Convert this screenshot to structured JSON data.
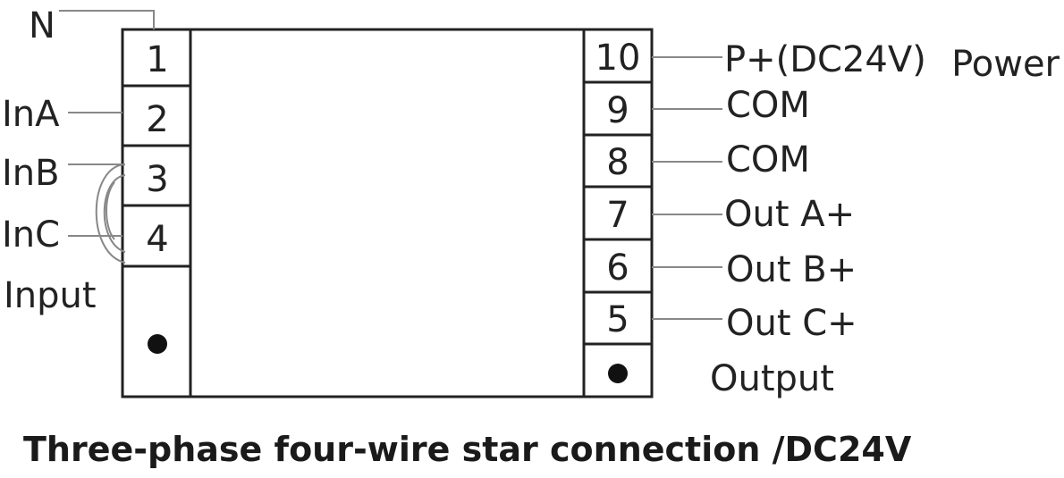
{
  "caption": "Three-phase four-wire star connection /DC24V",
  "left_terminals": [
    {
      "number": "1",
      "label": "N"
    },
    {
      "number": "2",
      "label": "InA"
    },
    {
      "number": "3",
      "label": "InB"
    },
    {
      "number": "4",
      "label": "InC"
    }
  ],
  "left_group_label": "Input",
  "right_terminals": [
    {
      "number": "10",
      "label": "P+(DC24V)"
    },
    {
      "number": "9",
      "label": "COM"
    },
    {
      "number": "8",
      "label": "COM"
    },
    {
      "number": "7",
      "label": "Out A+"
    },
    {
      "number": "6",
      "label": "Out B+"
    },
    {
      "number": "5",
      "label": "Out C+"
    }
  ],
  "power_label": "Power",
  "right_group_label": "Output",
  "colors": {
    "line": "#222222",
    "wire": "#888888",
    "text": "#222222"
  }
}
